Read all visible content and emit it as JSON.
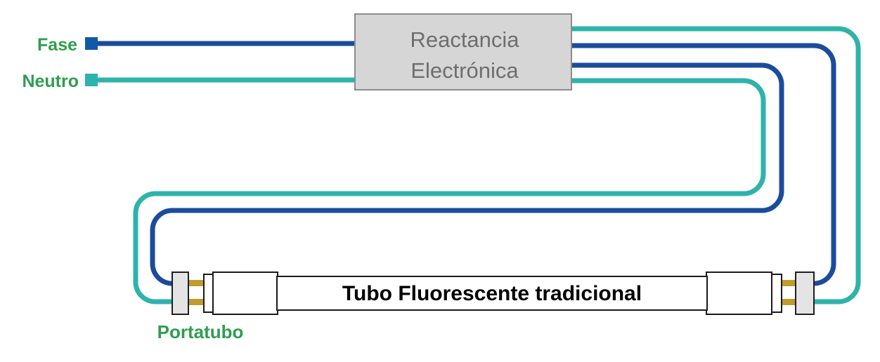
{
  "labels": {
    "fase": "Fase",
    "neutro": "Neutro",
    "ballast_line1": "Reactancia",
    "ballast_line2": "Electrónica",
    "tube": "Tubo Fluorescente tradicional",
    "portatubo": "Portatubo"
  },
  "colors": {
    "phase_wire": "#1b4c9c",
    "phase_terminal": "#1158a8",
    "neutral_wire": "#2eb3ab",
    "neutral_terminal": "#2bb4ae",
    "label_green": "#2e9e4f",
    "ballast_fill": "#d6d6d6",
    "ballast_border": "#8c8c8c",
    "ballast_text": "#6e6e6e",
    "holder_fill": "#e4e4e4",
    "holder_border": "#1f1f1f",
    "pin_gold": "#c09c2e",
    "tube_fill": "#ffffff",
    "tube_border": "#1a1a1a",
    "tube_text": "#000000",
    "background": "#ffffff"
  }
}
